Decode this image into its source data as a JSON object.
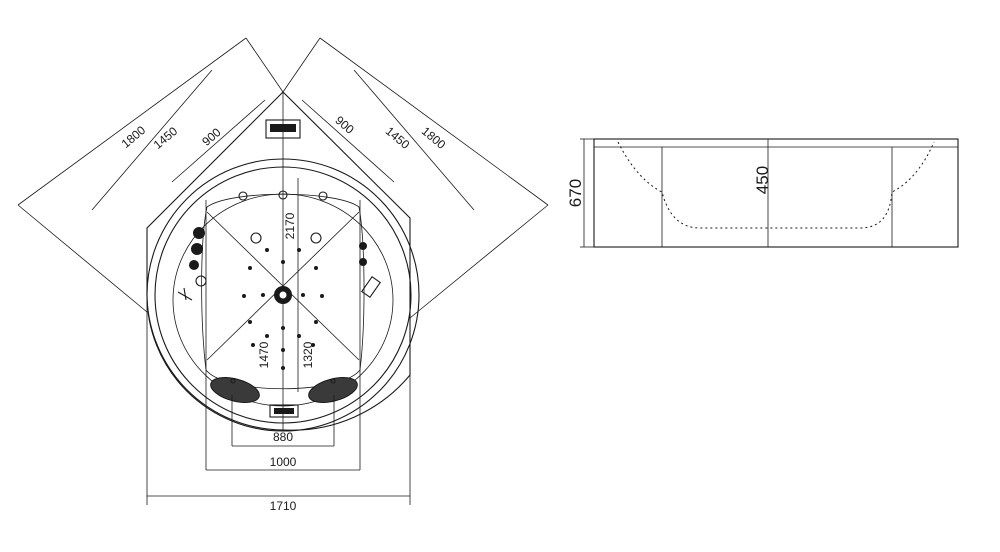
{
  "top_view": {
    "diagonal_dims": {
      "left": [
        "1800",
        "1450",
        "900"
      ],
      "right": [
        "900",
        "1450",
        "1800"
      ]
    },
    "vertical_dims": [
      "2170",
      "1470",
      "1320"
    ],
    "horizontal_dims": [
      "880",
      "1000",
      "1710"
    ]
  },
  "side_view": {
    "height_dim": "670",
    "depth_dim": "450"
  }
}
